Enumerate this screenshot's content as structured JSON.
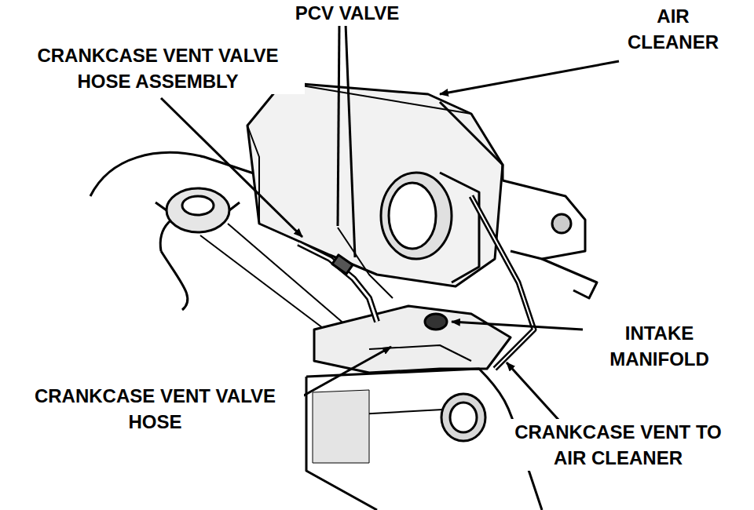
{
  "diagram": {
    "labels": [
      "PCV VALVE",
      "AIR CLEANER",
      "CRANKCASE VENT VALVE HOSE ASSEMBLY",
      "INTAKE MANIFOLD",
      "CRANKCASE VENT VALVE HOSE",
      "CRANKCASE VENT TO AIR CLEANER"
    ]
  }
}
